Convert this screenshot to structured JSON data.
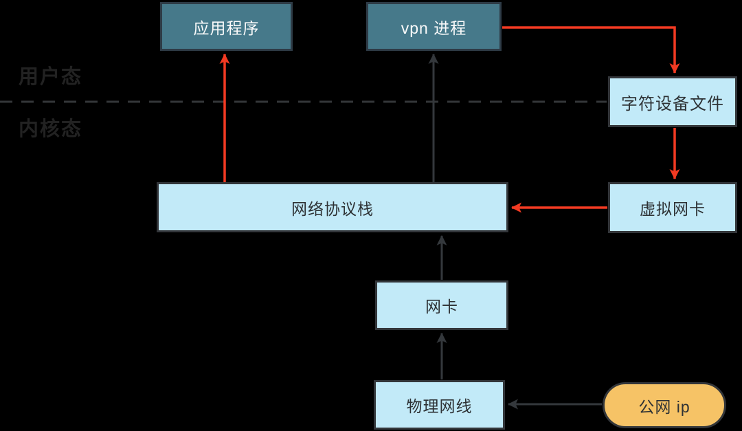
{
  "colors": {
    "background": "#000000",
    "teal_fill": "#46798a",
    "teal_border": "#2e3b46",
    "blue_fill": "#c2eaf8",
    "orange_fill": "#f6c366",
    "box_border": "#33363a",
    "red_arrow": "#f23a22",
    "black_arrow": "#34383c",
    "zone_label": "#222222",
    "divider": "#333639",
    "light_box_text": "#2e3235",
    "teal_box_text": "#fafafa"
  },
  "zones": {
    "user_mode_label": "用户态",
    "kernel_mode_label": "内核态"
  },
  "nodes": {
    "application": {
      "label": "应用程序"
    },
    "vpn_process": {
      "label": "vpn 进程"
    },
    "char_device_file": {
      "label": "字符设备文件"
    },
    "network_stack": {
      "label": "网络协议栈"
    },
    "virtual_nic": {
      "label": "虚拟网卡"
    },
    "nic": {
      "label": "网卡"
    },
    "physical_cable": {
      "label": "物理网线"
    },
    "public_ip": {
      "label": "公网 ip"
    }
  },
  "edges": [
    {
      "from": "网络协议栈",
      "to": "应用程序",
      "color": "red"
    },
    {
      "from": "网络协议栈",
      "to": "vpn 进程",
      "color": "black"
    },
    {
      "from": "vpn 进程",
      "to": "字符设备文件",
      "color": "red"
    },
    {
      "from": "字符设备文件",
      "to": "虚拟网卡",
      "color": "red"
    },
    {
      "from": "虚拟网卡",
      "to": "网络协议栈",
      "color": "red"
    },
    {
      "from": "网卡",
      "to": "网络协议栈",
      "color": "black"
    },
    {
      "from": "物理网线",
      "to": "网卡",
      "color": "black"
    },
    {
      "from": "公网 ip",
      "to": "物理网线",
      "color": "black"
    }
  ]
}
